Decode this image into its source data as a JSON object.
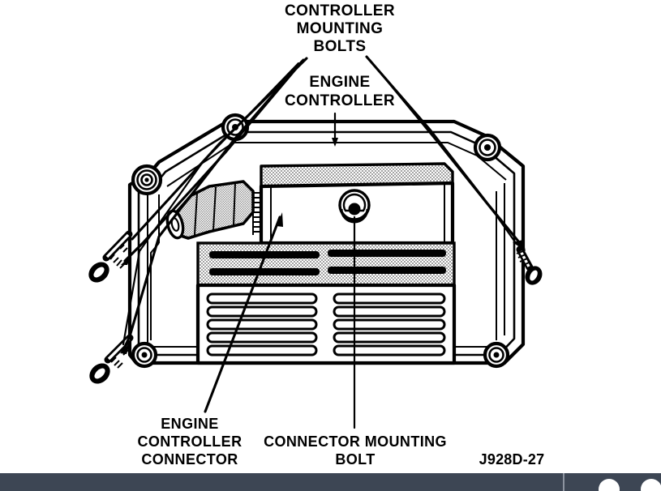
{
  "figure": {
    "title_code": "J928D-27",
    "subject": "Engine controller mounting illustration",
    "background_color": "#ffffff",
    "line_color": "#000000",
    "labels": [
      {
        "id": "controller-mounting-bolts",
        "lines": [
          "CONTROLLER",
          "MOUNTING",
          "BOLTS"
        ],
        "position": "top-center"
      },
      {
        "id": "engine-controller",
        "lines": [
          "ENGINE",
          "CONTROLLER"
        ],
        "position": "upper-center"
      },
      {
        "id": "engine-controller-connector",
        "lines": [
          "ENGINE",
          "CONTROLLER",
          "CONNECTOR"
        ],
        "position": "bottom-left"
      },
      {
        "id": "connector-mounting-bolt",
        "lines": [
          "CONNECTOR MOUNTING",
          "BOLT"
        ],
        "position": "bottom-center"
      }
    ],
    "label_text": {
      "controller_mounting_bolts_l1": "CONTROLLER",
      "controller_mounting_bolts_l2": "MOUNTING",
      "controller_mounting_bolts_l3": "BOLTS",
      "engine_controller_l1": "ENGINE",
      "engine_controller_l2": "CONTROLLER",
      "engine_controller_connector_l1": "ENGINE",
      "engine_controller_connector_l2": "CONTROLLER",
      "engine_controller_connector_l3": "CONNECTOR",
      "connector_mounting_bolt_l1": "CONNECTOR MOUNTING",
      "connector_mounting_bolt_l2": "BOLT"
    },
    "callout_count": 4,
    "bolts_depicted": 3,
    "vent_panels": 2,
    "fins_per_panel": 5,
    "corner_bosses": 4
  },
  "footer": {
    "background_color": "#3d4654",
    "divider_color": "#8d94a0",
    "dot_color": "#ffffff",
    "dot_count": 2
  }
}
